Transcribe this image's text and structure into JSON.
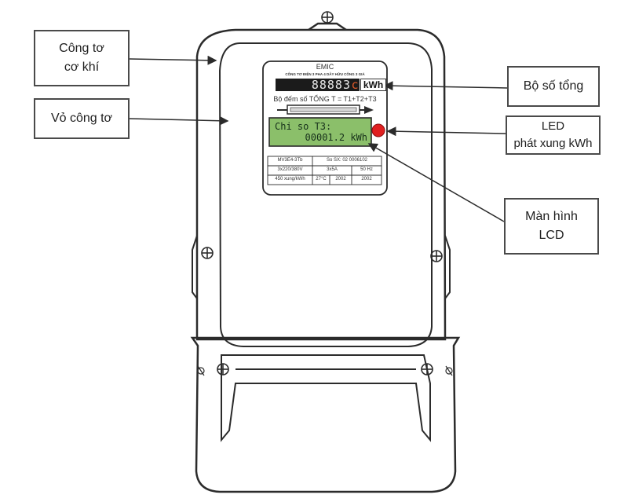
{
  "callouts": {
    "mechanical_meter": {
      "line1": "Công tơ",
      "line2": "cơ khí"
    },
    "meter_case": {
      "label": "Vỏ công tơ"
    },
    "total_register": {
      "label": "Bộ số tổng"
    },
    "pulse_led": {
      "line1": "LED",
      "line2": "phát xung kWh"
    },
    "lcd_screen": {
      "line1": "Màn hình",
      "line2": "LCD"
    }
  },
  "meter": {
    "brand": "EMIC",
    "subtitle": "CÔNG TƠ ĐIỆN 3 PHA 4 DÂY HỮU CÔNG 3 GIÁ",
    "register_digits": "88883",
    "register_last_digit": "c",
    "register_unit": "kWh",
    "counter_label": "Bộ đếm số TỔNG T = T1+T2+T3",
    "lcd_line1": "Chi so T3:",
    "lcd_line2": "00001.2 kWh",
    "spec_table": [
      [
        "MV3E4-3Tb",
        "So SX: 02 0006102"
      ],
      [
        "3x220/380V",
        "3x5A",
        "50 Hz"
      ],
      [
        "450 xung/kWh",
        "27°C",
        "2002",
        "2002"
      ]
    ]
  },
  "colors": {
    "outline": "#2b2b2b",
    "lcd_background": "#8bbf6a",
    "led": "#e02020",
    "callout_border": "#4a4a4a"
  }
}
